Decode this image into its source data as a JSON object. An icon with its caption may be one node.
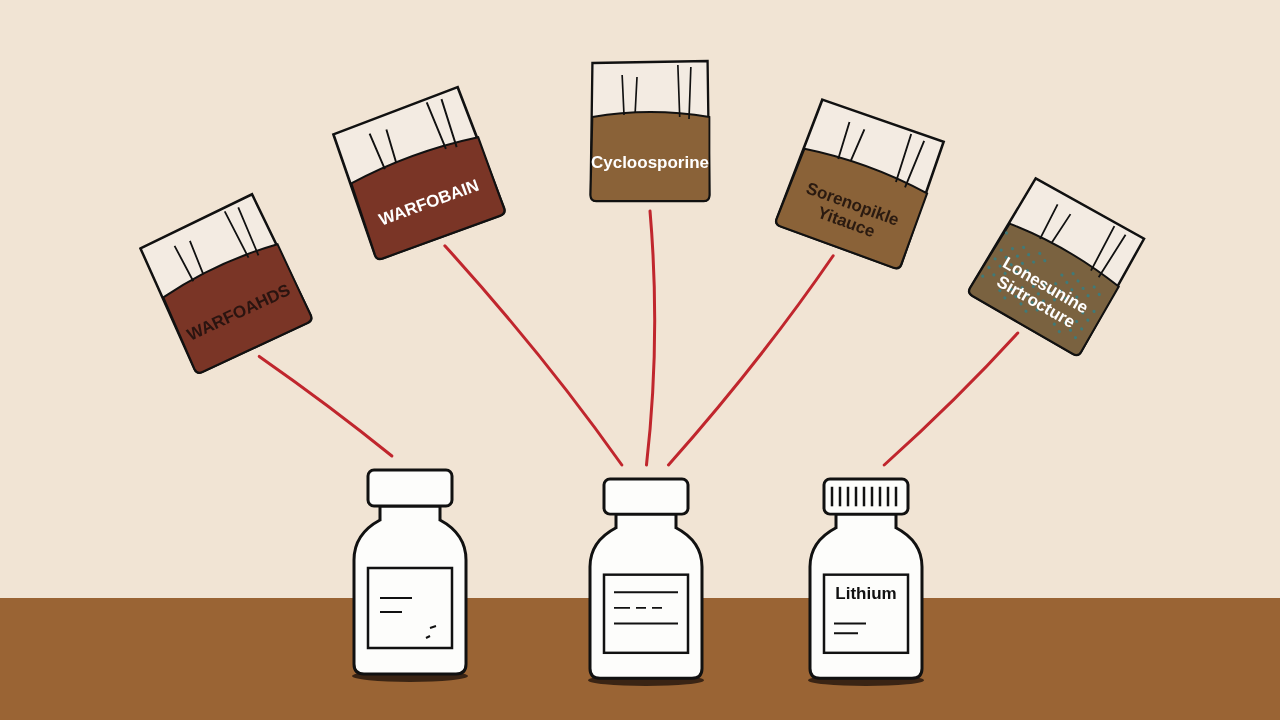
{
  "diagram": {
    "nodes": [
      {
        "text": [
          "WARFOAHDS"
        ]
      },
      {
        "text": [
          "WARFOBAIN"
        ]
      },
      {
        "text": [
          "Cycloosporine"
        ]
      },
      {
        "text": [
          "Sorenopikle Yitauce"
        ]
      },
      {
        "text": [
          "Lonesunine Sirtrocture"
        ]
      },
      {
        "text": [],
        "shape": "bottle"
      },
      {
        "text": [],
        "shape": "bottle"
      },
      {
        "text": [
          "Lithium"
        ]
      }
    ],
    "edges": [
      {
        "from": 0,
        "to": 5,
        "arrow": "none"
      },
      {
        "from": 1,
        "to": 6,
        "arrow": "none"
      },
      {
        "from": 2,
        "to": 6,
        "arrow": "none"
      },
      {
        "from": 3,
        "to": 6,
        "arrow": "none"
      },
      {
        "from": 4,
        "to": 7,
        "arrow": "none"
      }
    ]
  }
}
